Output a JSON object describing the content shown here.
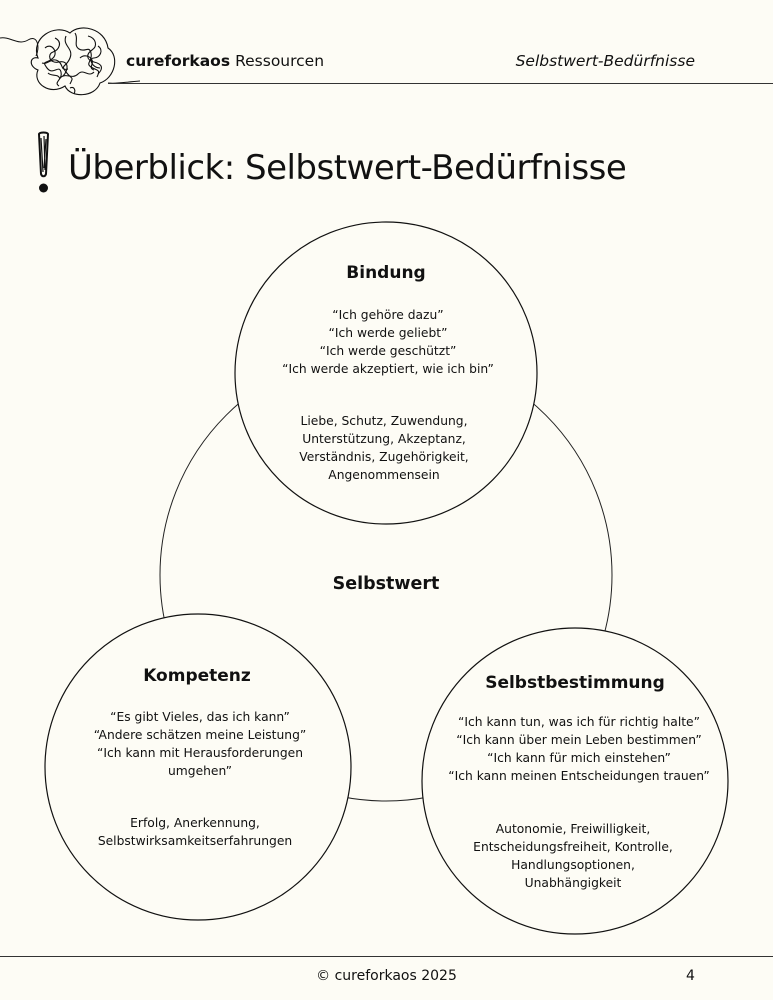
{
  "header": {
    "brand_bold": "cureforkaos",
    "brand_light": "Ressourcen",
    "section": "Selbstwert-Bedürfnisse"
  },
  "title": "Überblick: Selbstwert-Bedürfnisse",
  "diagram": {
    "center": "Selbstwert",
    "bindung": {
      "title": "Bindung",
      "quotes": [
        "“Ich gehöre dazu”",
        "“Ich werde geliebt”",
        "“Ich werde geschützt”",
        "“Ich werde akzeptiert, wie ich bin”"
      ],
      "needs": [
        "Liebe, Schutz, Zuwendung,",
        "Unterstützung, Akzeptanz,",
        "Verständnis, Zugehörigkeit,",
        "Angenommensein"
      ]
    },
    "kompetenz": {
      "title": "Kompetenz",
      "quotes": [
        "“Es gibt Vieles, das ich kann”",
        "“Andere schätzen meine Leistung”",
        "“Ich kann mit Herausforderungen umgehen”"
      ],
      "needs": [
        "Erfolg, Anerkennung,",
        "Selbstwirksamkeitserfahrungen"
      ]
    },
    "selbstbestimmung": {
      "title": "Selbstbestimmung",
      "quotes": [
        "“Ich kann tun, was ich für richtig halte”",
        "“Ich kann über mein Leben bestimmen”",
        "“Ich kann für mich einstehen”",
        "“Ich kann meinen Entscheidungen trauen”"
      ],
      "needs": [
        "Autonomie, Freiwilligkeit,",
        "Entscheidungsfreiheit, Kontrolle,",
        "Handlungsoptionen,",
        "Unabhängigkeit"
      ]
    }
  },
  "footer": {
    "copyright": "© cureforkaos 2025",
    "page_number": "4"
  }
}
